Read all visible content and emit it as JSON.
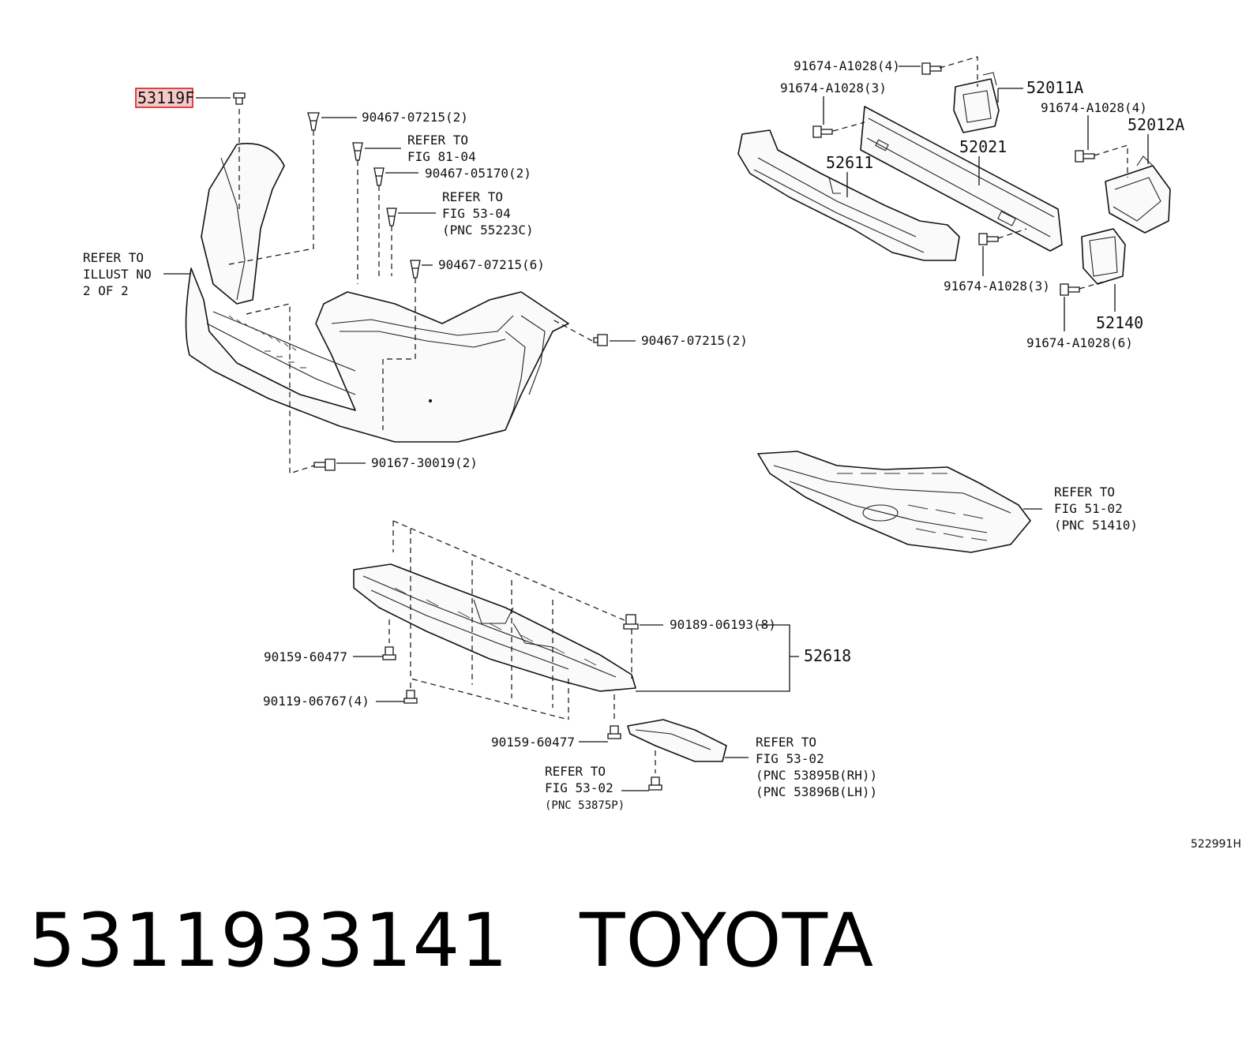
{
  "highlighted_part": "53119F",
  "labels": {
    "p53119f": "53119F",
    "p9046707215_2a": "90467-07215(2)",
    "refer_fig8104_l1": "REFER TO",
    "refer_fig8104_l2": "FIG 81-04",
    "p9046705170_2": "90467-05170(2)",
    "refer_fig5304_l1": "REFER TO",
    "refer_fig5304_l2": "FIG 53-04",
    "refer_fig5304_l3": "(PNC 55223C)",
    "p9046707215_6": "90467-07215(6)",
    "refer_illust_l1": "REFER TO",
    "refer_illust_l2": "ILLUST NO",
    "refer_illust_l3": "2 OF 2",
    "p9046707215_2b": "90467-07215(2)",
    "p9016730019_2": "90167-30019(2)",
    "p91674a1028_4a": "91674-A1028(4)",
    "p91674a1028_3a": "91674-A1028(3)",
    "p52011a": "52011A",
    "p91674a1028_4b": "91674-A1028(4)",
    "p52012a": "52012A",
    "p52021": "52021",
    "p52611": "52611",
    "p91674a1028_3b": "91674-A1028(3)",
    "p52140": "52140",
    "p91674a1028_6": "91674-A1028(6)",
    "refer_fig5102_l1": "REFER TO",
    "refer_fig5102_l2": "FIG 51-02",
    "refer_fig5102_l3": "(PNC 51410)",
    "p9018906193_8": "90189-06193(8)",
    "p52618": "52618",
    "p9015960477a": "90159-60477",
    "p9011906767_4": "90119-06767(4)",
    "p9015960477b": "90159-60477",
    "refer_fig5302a_l1": "REFER TO",
    "refer_fig5302a_l2": "FIG 53-02",
    "refer_fig5302a_l3": "(PNC 53895B(RH))",
    "refer_fig5302a_l4": "(PNC 53896B(LH))",
    "refer_fig5302b_l1": "REFER TO",
    "refer_fig5302b_l2": "FIG 53-02",
    "refer_fig5302b_l3": "(PNC 53875P)",
    "ref_code": "522991H"
  },
  "footer": {
    "part_number": "5311933141",
    "brand": "TOYOTA"
  }
}
